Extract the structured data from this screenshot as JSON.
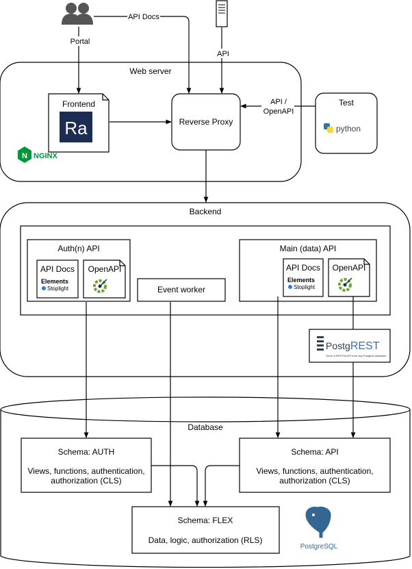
{
  "actors": {
    "portal_label": "Portal",
    "api_docs_edge_label": "API Docs"
  },
  "client_api_label": "API",
  "web_server": {
    "title": "Web server",
    "frontend": {
      "title": "Frontend",
      "logo_text": "Ra"
    },
    "reverse_proxy": "Reverse Proxy",
    "nginx_logo": "NGINX"
  },
  "test": {
    "title": "Test",
    "python_text": "python",
    "edge_label_1": "API /",
    "edge_label_2": "OpenAPI"
  },
  "backend": {
    "title": "Backend",
    "auth_api": {
      "title": "Auth(n) API",
      "docs_label": "API Docs",
      "openapi_label": "OpenAPI",
      "elements": "Elements",
      "stoplight": "Stoplight"
    },
    "event_worker": "Event worker",
    "main_api": {
      "title": "Main (data) API",
      "docs_label": "API Docs",
      "openapi_label": "OpenAPI",
      "elements": "Elements",
      "stoplight": "Stoplight"
    },
    "postgrest": {
      "brand_a": "Postg",
      "brand_b": "REST",
      "tagline": "Serve a RESTful API from any Postgres database"
    }
  },
  "database": {
    "title": "Database",
    "schema_auth": {
      "title": "Schema: AUTH",
      "desc_1": "Views, functions, authentication,",
      "desc_2": "authorization (CLS)"
    },
    "schema_api": {
      "title": "Schema: API",
      "desc_1": "Views, functions, authentication,",
      "desc_2": "authorization (CLS)"
    },
    "schema_flex": {
      "title": "Schema: FLEX",
      "desc": "Data, logic, authorization (RLS)"
    },
    "postgres_label": "PostgreSQL"
  }
}
